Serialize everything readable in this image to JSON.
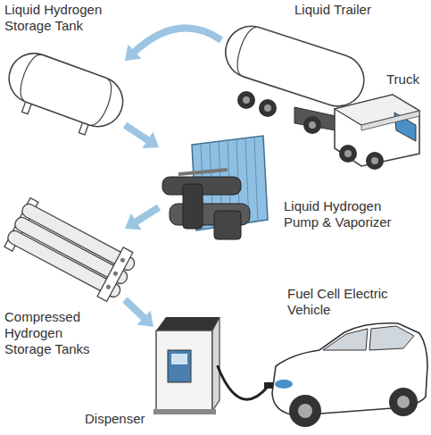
{
  "diagram": {
    "nodes": [
      {
        "text": [
          "Liquid Hydrogen Storage Tank"
        ]
      },
      {
        "text": [
          "Liquid Trailer",
          "Truck"
        ]
      },
      {
        "text": [
          "Liquid Hydrogen Pump & Vaporizer"
        ]
      },
      {
        "text": [
          "Compressed Hydrogen Storage Tanks"
        ]
      },
      {
        "text": [
          "Dispenser"
        ]
      },
      {
        "text": [
          "Fuel Cell Electric Vehicle"
        ]
      }
    ],
    "edges": [
      {
        "from": 1,
        "to": 0,
        "arrow": "to"
      },
      {
        "from": 0,
        "to": 2,
        "arrow": "to"
      },
      {
        "from": 2,
        "to": 3,
        "arrow": "to"
      },
      {
        "from": 3,
        "to": 4,
        "arrow": "to"
      },
      {
        "from": 4,
        "to": 5,
        "arrow": "none"
      }
    ]
  }
}
